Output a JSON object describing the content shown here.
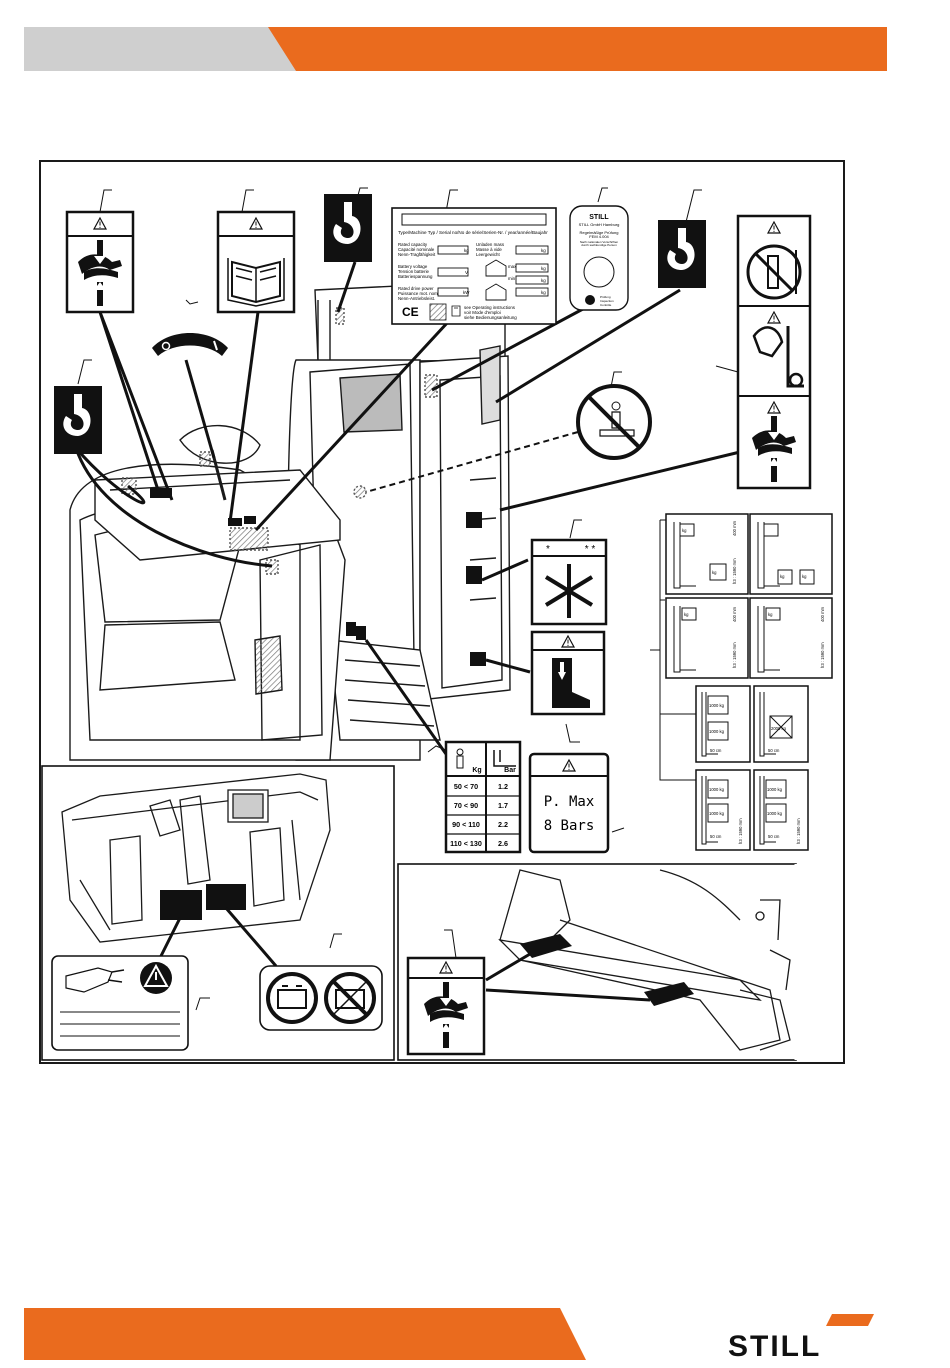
{
  "colors": {
    "accent_orange": "#ea6b1e",
    "header_gray": "#cfcfcf",
    "ink": "#111111"
  },
  "brand": {
    "logo_text": "STILL"
  },
  "nameplate": {
    "header": "",
    "type_line": "Type/Machine Typ / Serial no/No de série/Serien-Nr. / year/année/Baujahr",
    "rated_capacity": [
      "Rated capacity",
      "Capacité nominale",
      "Nenn-Tragfähigkeit"
    ],
    "unladen_mass": [
      "Unladen mass",
      "Masse à vide",
      "Leergewicht"
    ],
    "battery_voltage": [
      "Battery voltage",
      "Tension batterie",
      "Batteriespannung"
    ],
    "rated_drive_power": [
      "Rated drive power",
      "Puissance mot. nom.",
      "Nenn-Antriebsleist."
    ],
    "units": {
      "kg": "kg",
      "v": "V",
      "kw": "kW",
      "max": "max",
      "min": "min"
    },
    "ce_mark": "CE",
    "see_instructions": [
      "see Operating instructions",
      "voir Mode d'emploi",
      "siehe Bedienungsanleitung"
    ]
  },
  "inspection_plate": {
    "brand": "STILL",
    "company": "STILL GmbH Hamburg",
    "title_lines": [
      "Regelmäßige Prüfung",
      "FEM 4.004"
    ],
    "body_lines": [
      "Nach nationalen Vorschriften",
      "durch sachkundige Person",
      "Prüfung",
      "Inspection",
      "Contrôle"
    ]
  },
  "freezer_label": {
    "star_left": "*",
    "star_right": "* *"
  },
  "weight_pressure_table": {
    "header_left": "Kg",
    "header_right": "Bar",
    "rows": [
      {
        "kg": "50 < 70",
        "bar": "1.2"
      },
      {
        "kg": "70 < 90",
        "bar": "1.7"
      },
      {
        "kg": "90 < 110",
        "bar": "2.2"
      },
      {
        "kg": "110 < 130",
        "bar": "2.6"
      }
    ]
  },
  "pressure_label": {
    "line1": "P. Max",
    "line2": "8 Bars"
  },
  "capacity_charts": [
    {
      "loads": [
        "kg",
        "kg"
      ],
      "dims": [
        "400 mm",
        "h3 : 1590 mm"
      ]
    },
    {
      "loads": [
        "kg",
        "kg"
      ],
      "dims": []
    },
    {
      "loads": [
        "kg",
        "kg"
      ],
      "dims": [
        "400 mm",
        "h3 : 1590 mm"
      ]
    },
    {
      "loads": [
        "kg"
      ],
      "dims": [
        "400 mm",
        "h3 : 1590 mm"
      ]
    },
    {
      "loads": [
        "1000 kg",
        "1000 kg"
      ],
      "dims": [
        "50 cm"
      ]
    },
    {
      "loads": [
        "2000 kg"
      ],
      "dims": [
        "50 cm"
      ]
    },
    {
      "loads": [
        "1000 kg",
        "1000 kg"
      ],
      "dims": [
        "50 cm",
        "h3 : 1590 mm"
      ]
    },
    {
      "loads": [
        "1000 kg",
        "1000 kg"
      ],
      "dims": [
        "50 cm",
        "h3 : 1590 mm"
      ]
    }
  ]
}
